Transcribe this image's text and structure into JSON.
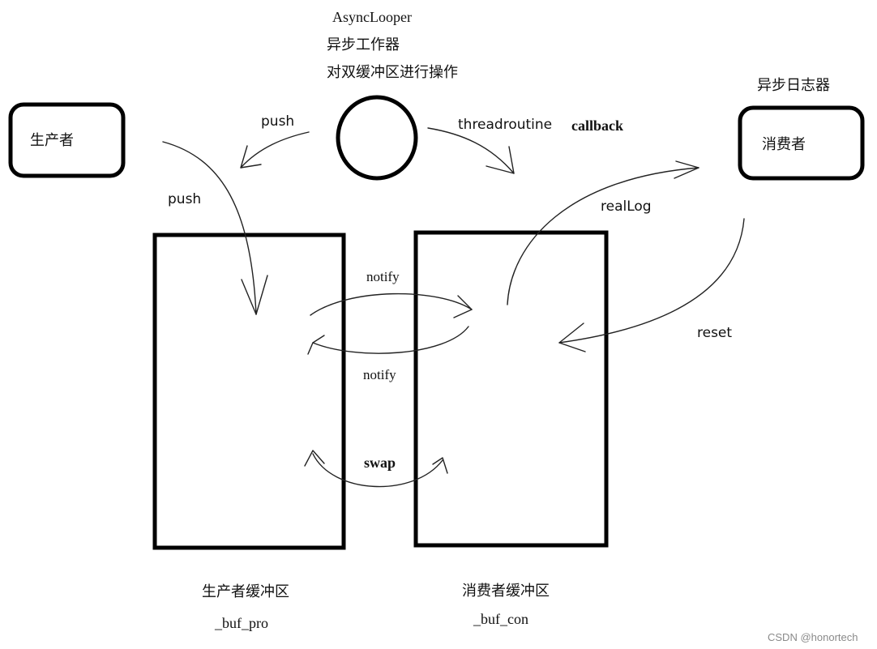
{
  "looper": {
    "name": "AsyncLooper",
    "desc1": "异步工作器",
    "desc2": "对双缓冲区进行操作"
  },
  "logger": {
    "title": "异步日志器"
  },
  "producer": {
    "label": "生产者"
  },
  "consumer": {
    "label": "消费者"
  },
  "arrows": {
    "push_top": "push",
    "push_left": "push",
    "threadroutine": "threadroutine",
    "callback": "callback",
    "realLog": "realLog",
    "notify_top": "notify",
    "notify_bottom": "notify",
    "reset": "reset",
    "swap": "swap"
  },
  "buffers": {
    "producer": {
      "caption": "生产者缓冲区",
      "var": "_buf_pro"
    },
    "consumer": {
      "caption": "消费者缓冲区",
      "var": "_buf_con"
    }
  },
  "watermark": "CSDN @honortech"
}
